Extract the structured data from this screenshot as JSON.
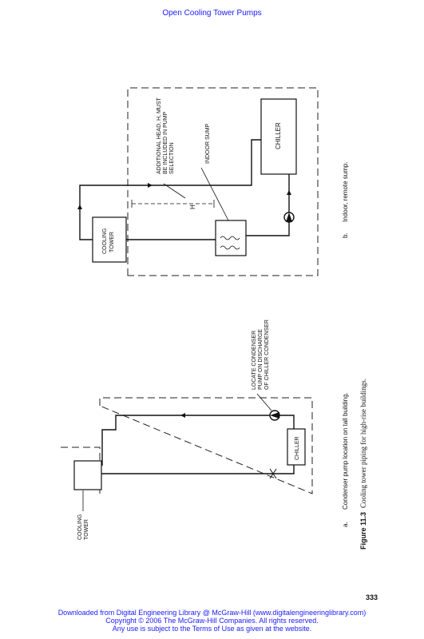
{
  "header": {
    "title": "Open Cooling Tower Pumps"
  },
  "diagram_a": {
    "cooling_tower": [
      "COOLING",
      "TOWER"
    ],
    "chiller": "CHILLER",
    "note": [
      "LOCATE CONDENSER",
      "PUMP ON DISCHARGE",
      "OF CHILLER CONDENSER"
    ],
    "caption_letter": "a.",
    "caption": "Condenser pump location on tall building."
  },
  "diagram_b": {
    "cooling_tower": [
      "COOLING",
      "TOWER"
    ],
    "chiller": "CHILLER",
    "indoor_sump": "INDOOR SUMP",
    "note": [
      "ADDITIONAL HEAD, H, MUST",
      "BE INCLUDED IN PUMP",
      "SELECTION"
    ],
    "head_label": "H",
    "caption_letter": "b.",
    "caption": "Indoor, remote sump."
  },
  "figure": {
    "number": "Figure 11.3",
    "caption": "Cooling tower piping for high-rise buildings."
  },
  "page_number": "333",
  "footer": {
    "line1": "Downloaded from Digital Engineering Library @ McGraw-Hill (www.digitalengineeringlibrary.com)",
    "line2": "Copyright © 2006 The McGraw-Hill Companies. All rights reserved.",
    "line3": "Any use is subject to the Terms of Use as given at the website."
  }
}
